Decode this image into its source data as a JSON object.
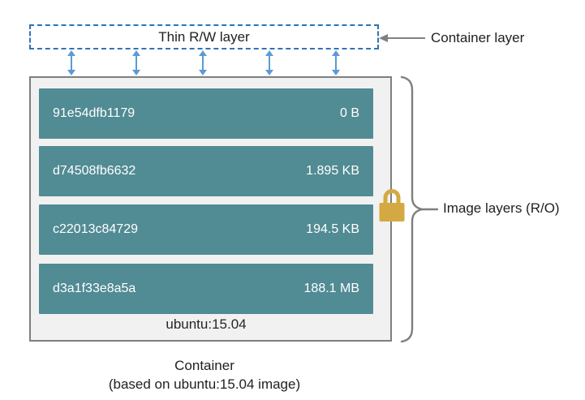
{
  "diagram": {
    "thin_rw_box": {
      "label": "Thin R/W layer"
    },
    "callouts": {
      "container_layer": "Container layer",
      "image_layers": "Image layers (R/O)"
    },
    "layers": [
      {
        "id": "91e54dfb1179",
        "size": "0 B"
      },
      {
        "id": "d74508fb6632",
        "size": "1.895 KB"
      },
      {
        "id": "c22013c84729",
        "size": "194.5 KB"
      },
      {
        "id": "d3a1f33e8a5a",
        "size": "188.1 MB"
      }
    ],
    "base_image_label": "ubuntu:15.04",
    "caption": {
      "line1": "Container",
      "line2": "(based on ubuntu:15.04 image)"
    },
    "icons": {
      "lock": "lock-icon",
      "bidirectional_arrows": "bidirectional-arrow-icon",
      "brace": "curly-brace"
    },
    "colors": {
      "layer_fill": "#518b94",
      "container_fill": "#f1f1f1",
      "container_border": "#7f7f7f",
      "dashed_border_blue": "#2e75b6",
      "arrow_blue": "#5b9bd5",
      "callout_gray": "#808080",
      "lock_gold": "#d4a943",
      "text_dark": "#1f1f1f",
      "text_light": "#ffffff"
    }
  }
}
